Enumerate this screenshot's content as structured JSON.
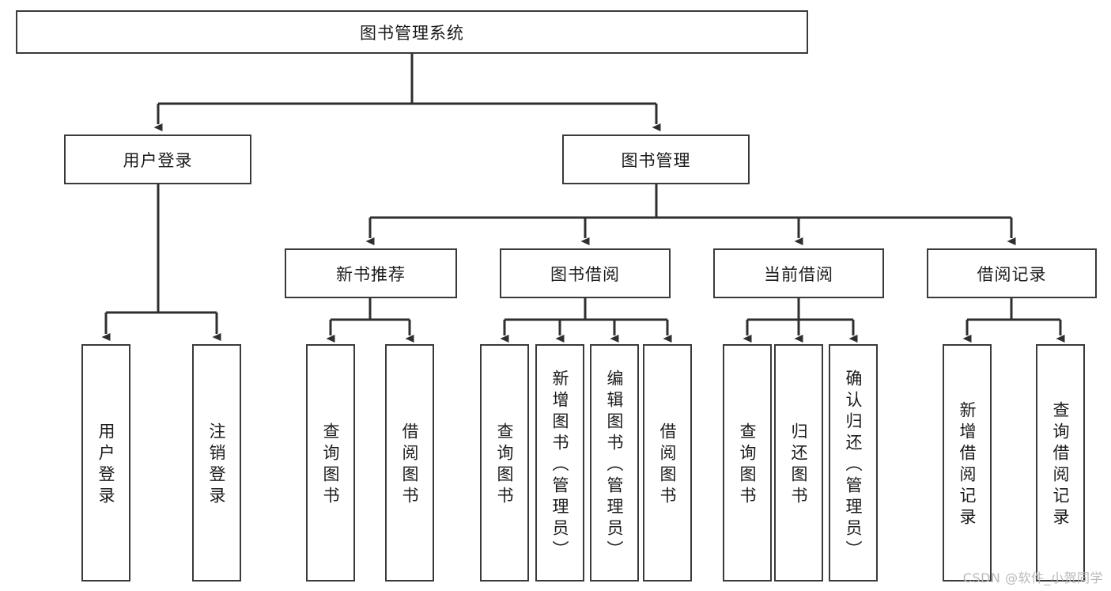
{
  "diagram": {
    "type": "hierarchy-tree",
    "title": "图书管理系统",
    "watermark": "CSDN @软件_小贺同学",
    "colors": {
      "box_border": "#3a3a3a",
      "box_fill": "#ffffff",
      "connector": "#2f2f2f",
      "watermark": "#b9b9b9"
    },
    "nodes": {
      "root": {
        "label": "图书管理系统",
        "level": 0
      },
      "l1": [
        {
          "id": "user-login",
          "label": "用户登录"
        },
        {
          "id": "book-manage",
          "label": "图书管理"
        }
      ],
      "l2": [
        {
          "id": "new-book-recommend",
          "label": "新书推荐"
        },
        {
          "id": "book-borrow",
          "label": "图书借阅"
        },
        {
          "id": "current-borrow",
          "label": "当前借阅"
        },
        {
          "id": "borrow-record",
          "label": "借阅记录"
        }
      ],
      "leaves": {
        "user-login": [
          {
            "id": "leaf-user-login",
            "label": "用户登录"
          },
          {
            "id": "leaf-logout",
            "label": "注销登录"
          }
        ],
        "new-book-recommend": [
          {
            "id": "leaf-query-book-1",
            "label": "查询图书"
          },
          {
            "id": "leaf-borrow-book-1",
            "label": "借阅图书"
          }
        ],
        "book-borrow": [
          {
            "id": "leaf-query-book-2",
            "label": "查询图书"
          },
          {
            "id": "leaf-add-book",
            "label": "新增图书（管理员）"
          },
          {
            "id": "leaf-edit-book",
            "label": "编辑图书（管理员）"
          },
          {
            "id": "leaf-borrow-book-2",
            "label": "借阅图书"
          }
        ],
        "current-borrow": [
          {
            "id": "leaf-query-book-3",
            "label": "查询图书"
          },
          {
            "id": "leaf-return-book",
            "label": "归还图书"
          },
          {
            "id": "leaf-confirm-return",
            "label": "确认归还（管理员）"
          }
        ],
        "borrow-record": [
          {
            "id": "leaf-add-record",
            "label": "新增借阅记录"
          },
          {
            "id": "leaf-query-record",
            "label": "查询借阅记录"
          }
        ]
      }
    }
  }
}
